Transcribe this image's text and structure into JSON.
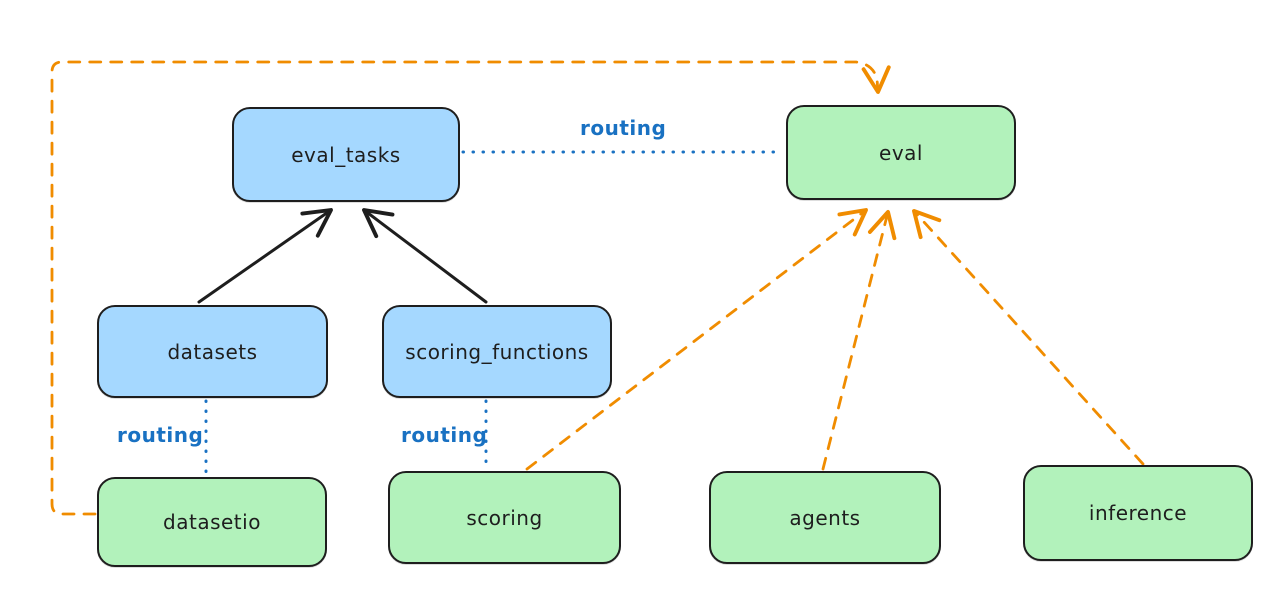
{
  "diagram": {
    "nodes": {
      "eval_tasks": {
        "label": "eval_tasks",
        "fill": "#a5d8ff"
      },
      "eval": {
        "label": "eval",
        "fill": "#b2f2bb"
      },
      "datasets": {
        "label": "datasets",
        "fill": "#a5d8ff"
      },
      "scoring_functions": {
        "label": "scoring_functions",
        "fill": "#a5d8ff"
      },
      "datasetio": {
        "label": "datasetio",
        "fill": "#b2f2bb"
      },
      "scoring": {
        "label": "scoring",
        "fill": "#b2f2bb"
      },
      "agents": {
        "label": "agents",
        "fill": "#b2f2bb"
      },
      "inference": {
        "label": "inference",
        "fill": "#b2f2bb"
      }
    },
    "edges": [
      {
        "from": "datasets",
        "to": "eval_tasks",
        "style": "solid-black-arrow",
        "label": ""
      },
      {
        "from": "scoring_functions",
        "to": "eval_tasks",
        "style": "solid-black-arrow",
        "label": ""
      },
      {
        "from": "eval_tasks",
        "to": "eval",
        "style": "dotted-blue",
        "label": "routing"
      },
      {
        "from": "datasets",
        "to": "datasetio",
        "style": "dotted-blue",
        "label": "routing"
      },
      {
        "from": "scoring_functions",
        "to": "scoring",
        "style": "dotted-blue",
        "label": "routing"
      },
      {
        "from": "datasetio",
        "to": "eval",
        "style": "dashed-orange-arrow",
        "label": ""
      },
      {
        "from": "scoring",
        "to": "eval",
        "style": "dashed-orange-arrow",
        "label": ""
      },
      {
        "from": "agents",
        "to": "eval",
        "style": "dashed-orange-arrow",
        "label": ""
      },
      {
        "from": "inference",
        "to": "eval",
        "style": "dashed-orange-arrow",
        "label": ""
      }
    ],
    "colors": {
      "node_border": "#1e1e1e",
      "blue_fill": "#a5d8ff",
      "green_fill": "#b2f2bb",
      "routing_blue": "#1971c2",
      "arrow_orange": "#f08c00",
      "arrow_black": "#1e1e1e",
      "background": "#ffffff"
    }
  }
}
